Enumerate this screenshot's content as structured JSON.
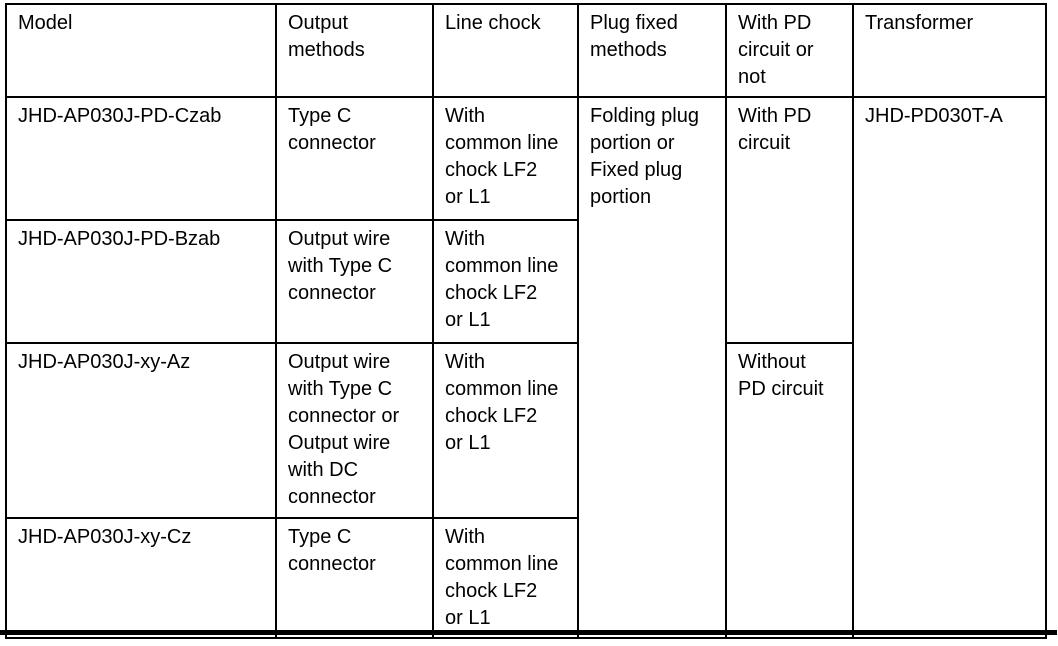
{
  "table": {
    "headers": [
      "Model",
      "Output methods",
      "Line chock",
      "Plug fixed methods",
      "With PD circuit or not",
      "Transformer"
    ],
    "rows": [
      {
        "model": "JHD-AP030J-PD-Czab",
        "output_method": "Type C connector",
        "line_chock": "With common line chock LF2 or L1"
      },
      {
        "model": "JHD-AP030J-PD-Bzab",
        "output_method": "Output wire with Type C connector",
        "line_chock": "With common line chock LF2 or L1"
      },
      {
        "model": "JHD-AP030J-xy-Az",
        "output_method": "Output wire with Type C connector or Output wire with DC connector",
        "line_chock": "With common line chock LF2 or L1"
      },
      {
        "model": "JHD-AP030J-xy-Cz",
        "output_method": "Type C connector",
        "line_chock": "With common line chock LF2 or L1"
      }
    ],
    "plug_fixed_methods": "Folding plug portion or Fixed plug portion",
    "pd_circuit": {
      "with": "With PD circuit",
      "without": "Without PD circuit"
    },
    "transformer": "JHD-PD030T-A"
  },
  "colors": {
    "border": "#000000",
    "text": "#000000",
    "background": "#ffffff"
  }
}
